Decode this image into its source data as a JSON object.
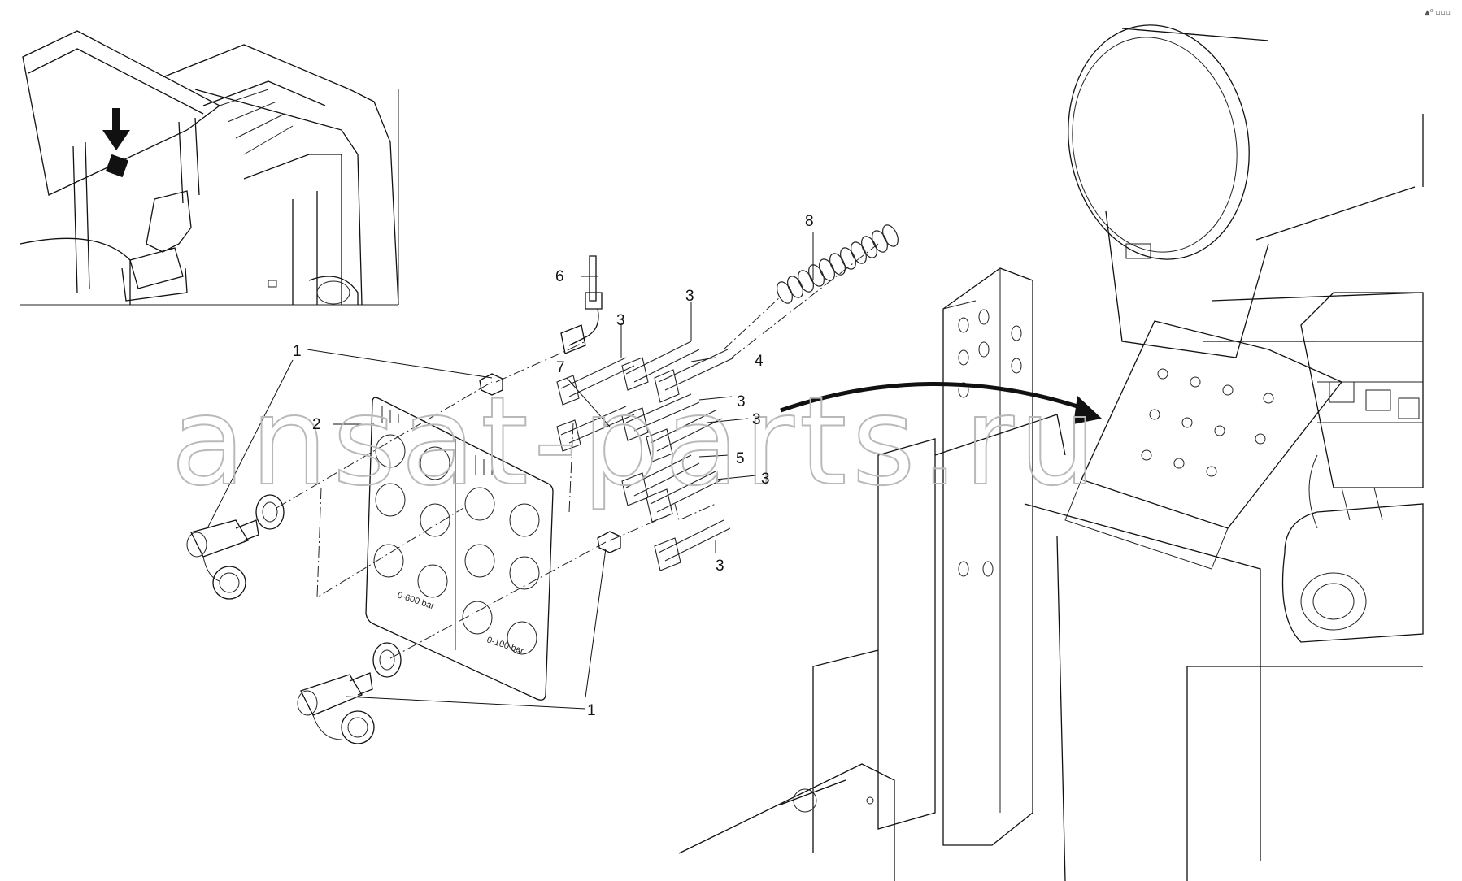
{
  "diagram": {
    "callouts": [
      {
        "id": "c-1a",
        "text": "1"
      },
      {
        "id": "c-1b",
        "text": "1"
      },
      {
        "id": "c-2",
        "text": "2"
      },
      {
        "id": "c-3a",
        "text": "3"
      },
      {
        "id": "c-3b",
        "text": "3"
      },
      {
        "id": "c-3c",
        "text": "3"
      },
      {
        "id": "c-3d",
        "text": "3"
      },
      {
        "id": "c-3e",
        "text": "3"
      },
      {
        "id": "c-3f",
        "text": "3"
      },
      {
        "id": "c-4",
        "text": "4"
      },
      {
        "id": "c-5",
        "text": "5"
      },
      {
        "id": "c-6",
        "text": "6"
      },
      {
        "id": "c-7",
        "text": "7"
      },
      {
        "id": "c-8",
        "text": "8"
      }
    ],
    "plate_labels": {
      "left_gauge": "0-600 bar",
      "right_gauge": "0-100 bar"
    },
    "watermark": "ansat-parts.ru",
    "corner_mark": "▲⁰ ▫▫▫"
  }
}
